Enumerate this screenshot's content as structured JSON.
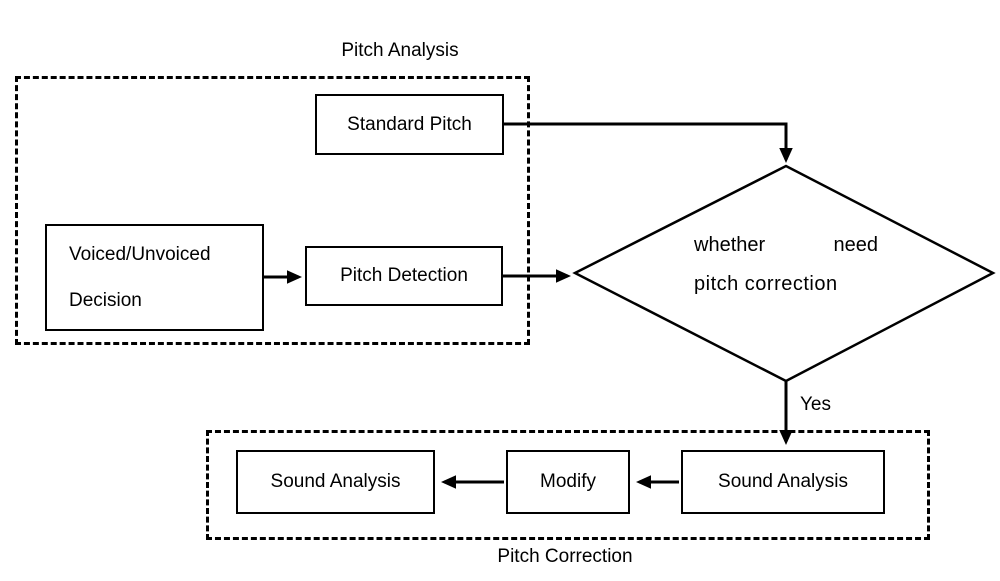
{
  "canvas": {
    "background": "#ffffff",
    "line_color": "#000000"
  },
  "groups": {
    "pitch_analysis": {
      "label": "Pitch Analysis"
    },
    "pitch_correction": {
      "label": "Pitch Correction"
    }
  },
  "nodes": {
    "standard_pitch": {
      "label": "Standard Pitch"
    },
    "voiced_unvoiced_decision": {
      "line1": "Voiced/Unvoiced",
      "line2": "Decision"
    },
    "pitch_detection": {
      "label": "Pitch Detection"
    },
    "decision_diamond": {
      "word1": "whether",
      "word2": "need",
      "line2": "pitch correction"
    },
    "sound_analysis_right": {
      "label": "Sound Analysis"
    },
    "modify": {
      "label": "Modify"
    },
    "sound_analysis_left": {
      "label": "Sound Analysis"
    }
  },
  "edges": {
    "yes_label": "Yes"
  }
}
